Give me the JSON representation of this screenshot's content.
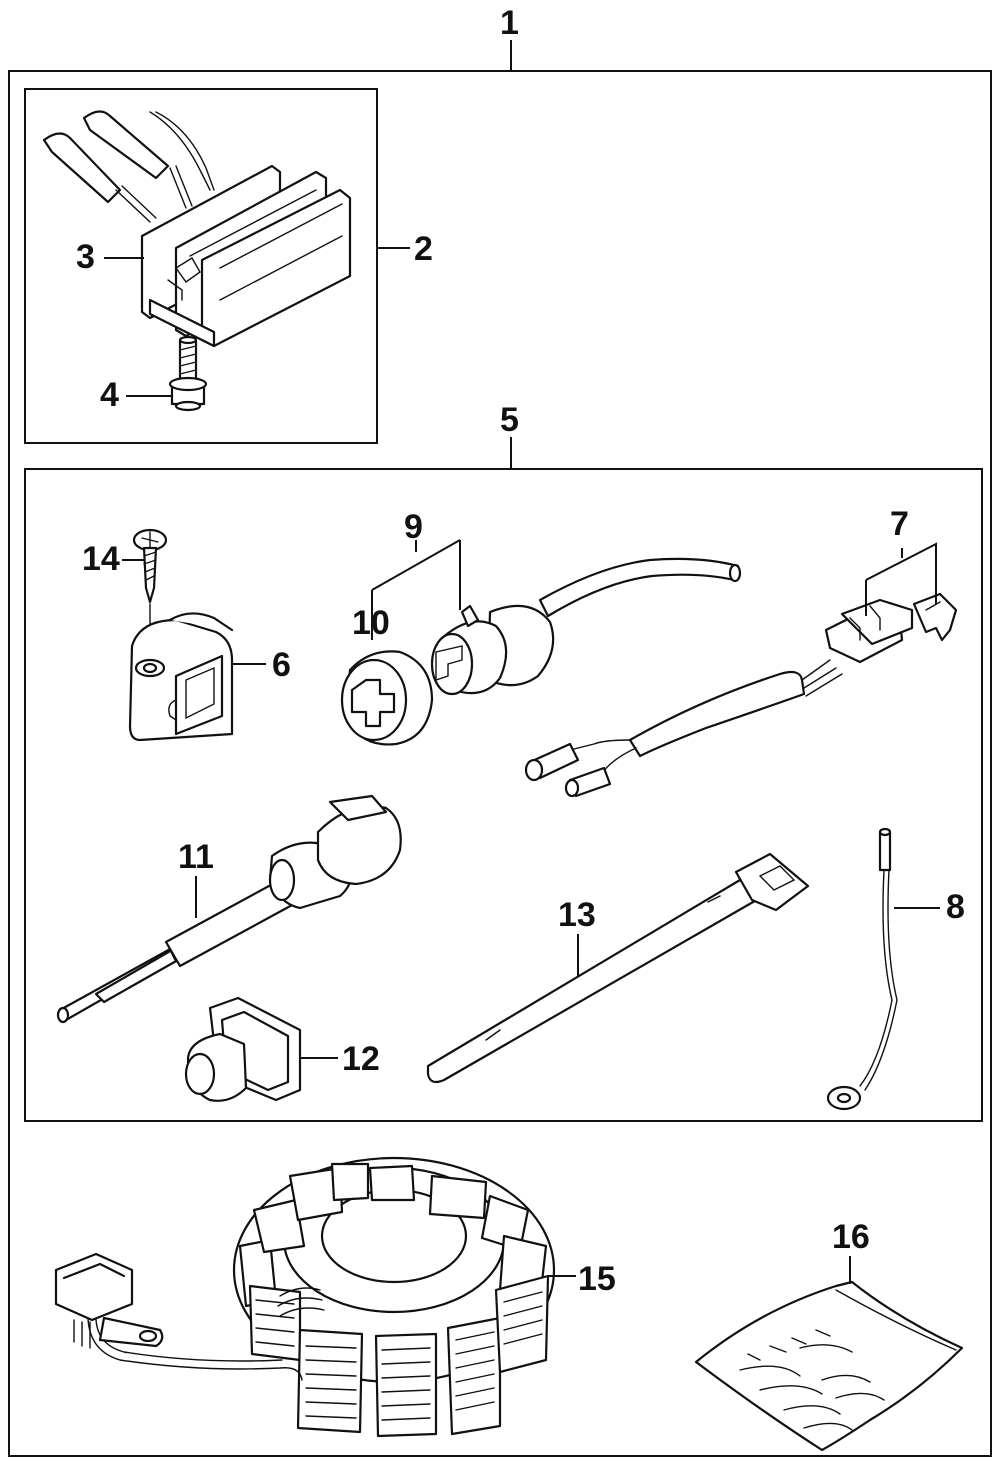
{
  "callouts": {
    "c1": "1",
    "c2": "2",
    "c3": "3",
    "c4": "4",
    "c5": "5",
    "c6": "6",
    "c7": "7",
    "c8": "8",
    "c9": "9",
    "c10": "10",
    "c11": "11",
    "c12": "12",
    "c13": "13",
    "c14": "14",
    "c15": "15",
    "c16": "16"
  },
  "icons": {
    "regulator": "regulator-rectifier-icon",
    "bolt": "flange-bolt-icon",
    "screw": "tapping-screw-icon",
    "clamp": "clamp-icon",
    "connector": "coupler-icon",
    "fuse_harness": "fuse-harness-icon",
    "ground_wire": "ground-wire-icon",
    "cable": "cable-icon",
    "grommet": "grommet-icon",
    "tie": "cable-tie-icon",
    "stator": "stator-coil-icon",
    "bag": "parts-bag-icon"
  },
  "colors": {
    "line": "#111111",
    "background": "#ffffff"
  }
}
